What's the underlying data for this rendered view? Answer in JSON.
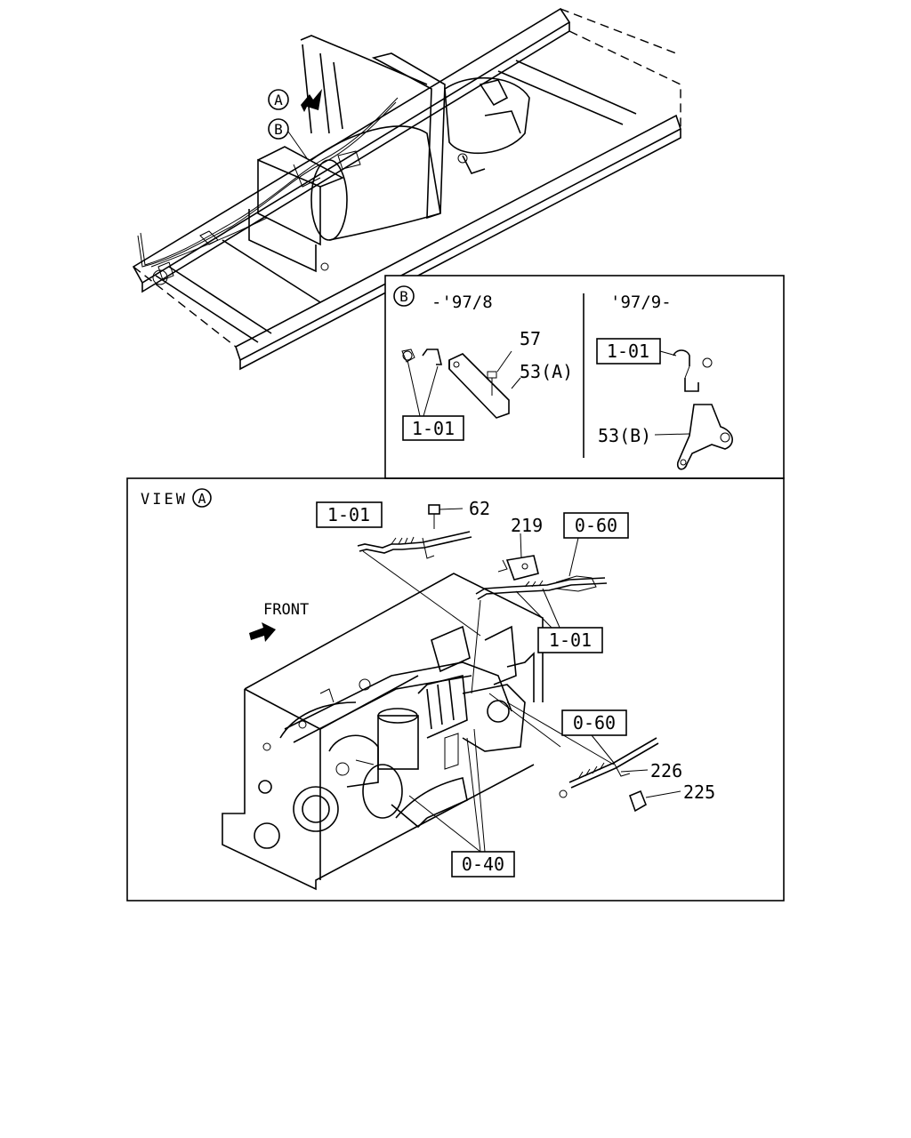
{
  "callouts": {
    "view_a_marker": "A",
    "view_b_marker": "B"
  },
  "detail_b": {
    "marker": "B",
    "early_range": "-'97/8",
    "late_range": "'97/9-",
    "parts": {
      "p57": "57",
      "p53a": "53(A)",
      "p53b": "53(B)",
      "ref_early": "1-01",
      "ref_late": "1-01"
    }
  },
  "view_a": {
    "title": "VIEW",
    "marker": "A",
    "front_label": "FRONT",
    "parts": {
      "p62": "62",
      "p219": "219",
      "p226": "226",
      "p225": "225",
      "ref_101_top": "1-01",
      "ref_101_mid": "1-01",
      "ref_060_top": "0-60",
      "ref_060_mid": "0-60",
      "ref_040": "0-40"
    }
  }
}
